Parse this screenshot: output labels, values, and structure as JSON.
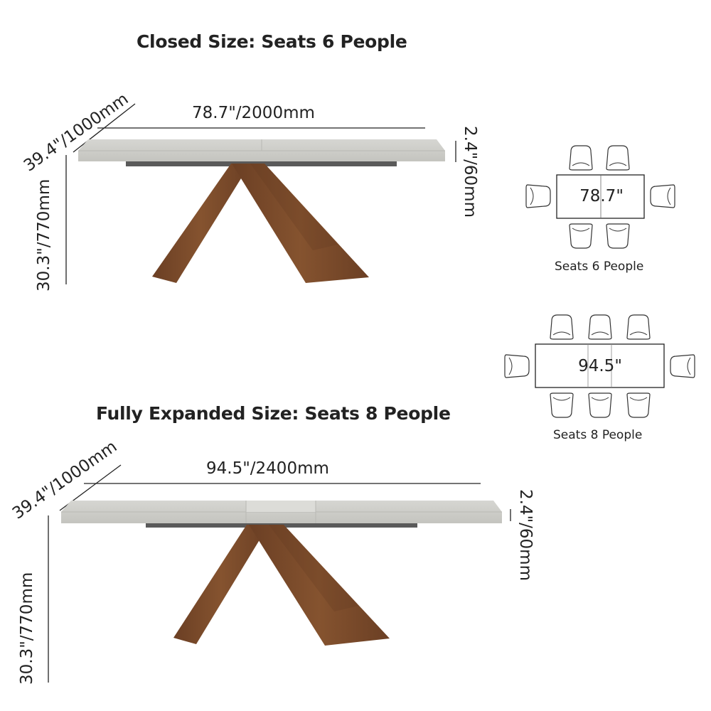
{
  "closed": {
    "heading": "Closed Size: Seats 6 People",
    "length": "78.7\"/2000mm",
    "depth": "39.4\"/1000mm",
    "height": "30.3\"/770mm",
    "thickness": "2.4\"/60mm"
  },
  "expanded": {
    "heading": "Fully Expanded Size: Seats 8 People",
    "length": "94.5\"/2400mm",
    "depth": "39.4\"/1000mm",
    "height": "30.3\"/770mm",
    "thickness": "2.4\"/60mm"
  },
  "plan6": {
    "label": "78.7\"",
    "caption": "Seats 6 People"
  },
  "plan8": {
    "label": "94.5\"",
    "caption": "Seats 8 People"
  },
  "colors": {
    "tabletop": "#cfcfcb",
    "tabletop_edge": "#b9b9b4",
    "wood": "#7a4a2c",
    "wood_dark": "#5e3820",
    "apron": "#5a5a5a",
    "line": "#222222"
  }
}
